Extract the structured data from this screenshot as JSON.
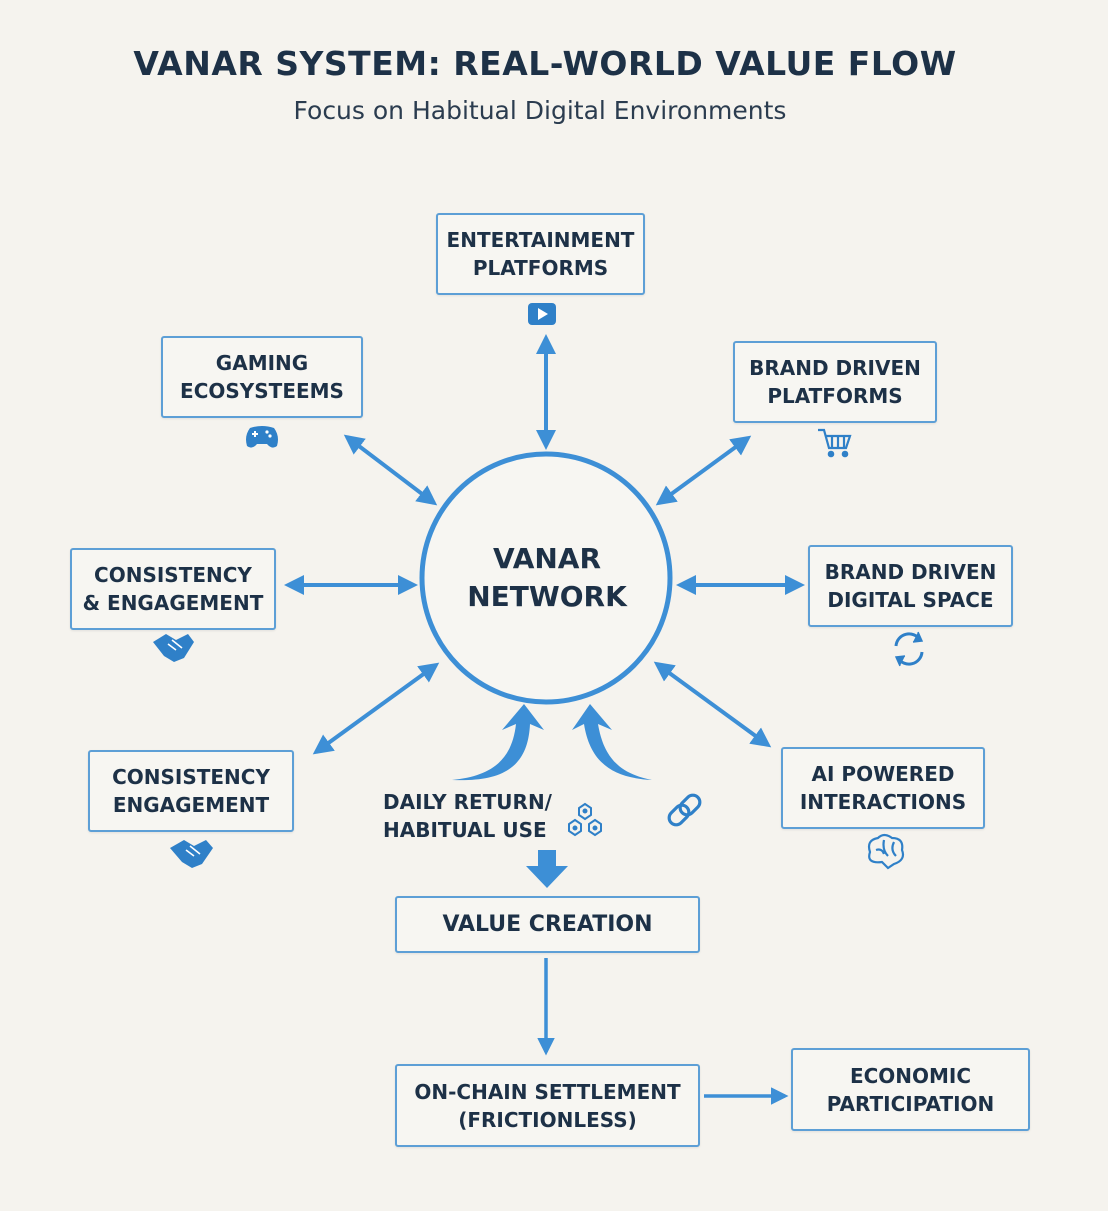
{
  "header": {
    "title": "VANAR SYSTEM: REAL-WORLD VALUE FLOW",
    "subtitle": "Focus on Habitual Digital Environments"
  },
  "hub": {
    "label": "VANAR\nNETWORK"
  },
  "nodes": {
    "entertainment": "ENTERTAINMENT\nPLATFORMS",
    "gaming": "GAMING\nECOSYSTEEMS",
    "brand_platforms": "BRAND DRIVEN\nPLATFORMS",
    "consistency_top": "CONSISTENCY\n& ENGAGEMENT",
    "brand_digital": "BRAND DRIVEN\nDIGITAL SPACE",
    "consistency_bottom": "CONSISTENCY\nENGAGEMENT",
    "ai": "AI POWERED\nINTERACTIONS",
    "value_creation": "VALUE CREATION",
    "settlement": "ON-CHAIN SETTLEMENT\n(FRICTIONLESS)",
    "economic": "ECONOMIC\nPARTICIPATION"
  },
  "daily_return": {
    "label": "DAILY RETURN/\nHABITUAL USE"
  },
  "icons": {
    "entertainment": "play-icon",
    "gaming": "gamepad-icon",
    "brand_platforms": "cart-icon",
    "consistency_top": "handshake-icon",
    "brand_digital": "refresh-icon",
    "consistency_bottom": "handshake-icon",
    "ai": "brain-icon",
    "daily_return": "hexagons-icon",
    "link": "link-icon"
  },
  "colors": {
    "accent": "#3d8fd6",
    "border": "#5d9fd6",
    "text": "#1d3147",
    "background": "#f5f3ee"
  }
}
